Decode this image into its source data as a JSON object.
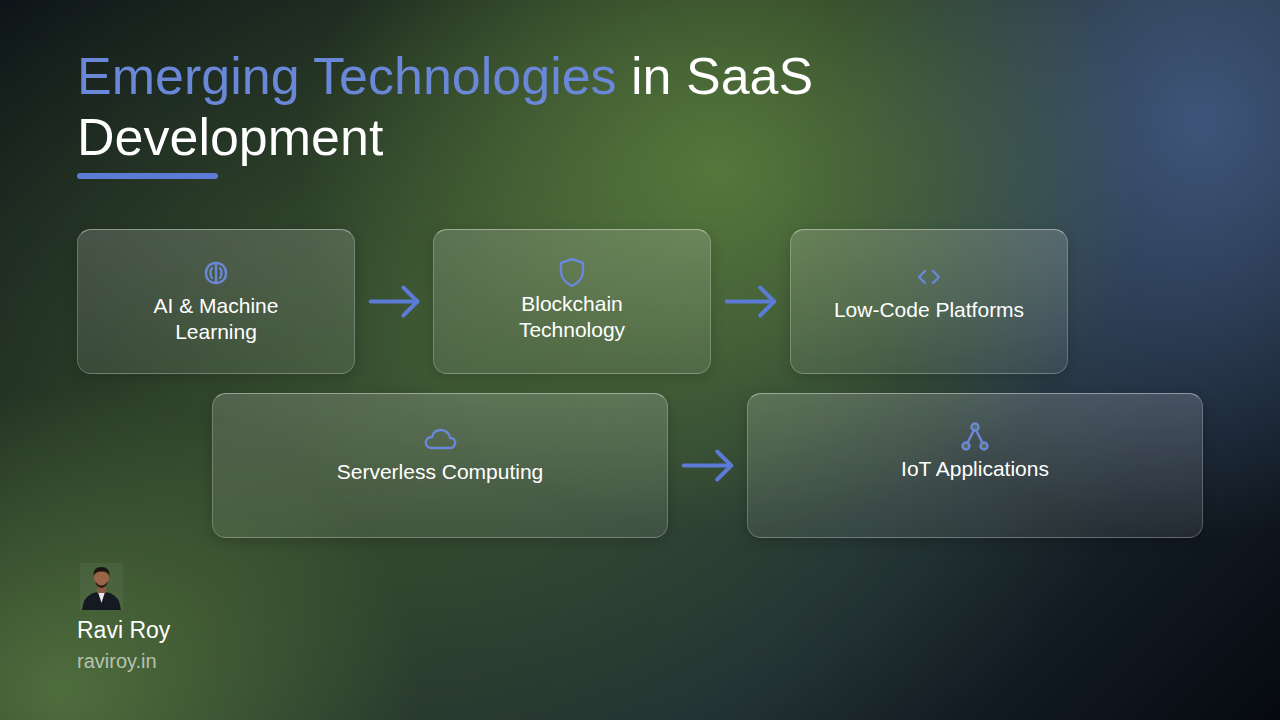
{
  "diagram": {
    "title": "Emerging Technologies in SaaS Development",
    "nodes": [
      {
        "text": [
          "AI & Machine Learning"
        ]
      },
      {
        "text": [
          "Blockchain Technology"
        ]
      },
      {
        "text": [
          "Low-Code Platforms"
        ]
      },
      {
        "text": [
          "Serverless Computing"
        ]
      },
      {
        "text": [
          "IoT Applications"
        ]
      }
    ],
    "edges": [
      {
        "from": 0,
        "to": 1,
        "arrow": "to"
      },
      {
        "from": 1,
        "to": 2,
        "arrow": "to"
      },
      {
        "from": 3,
        "to": 4,
        "arrow": "to"
      }
    ],
    "labels": [
      "Ravi Roy",
      "raviroy.in"
    ]
  }
}
